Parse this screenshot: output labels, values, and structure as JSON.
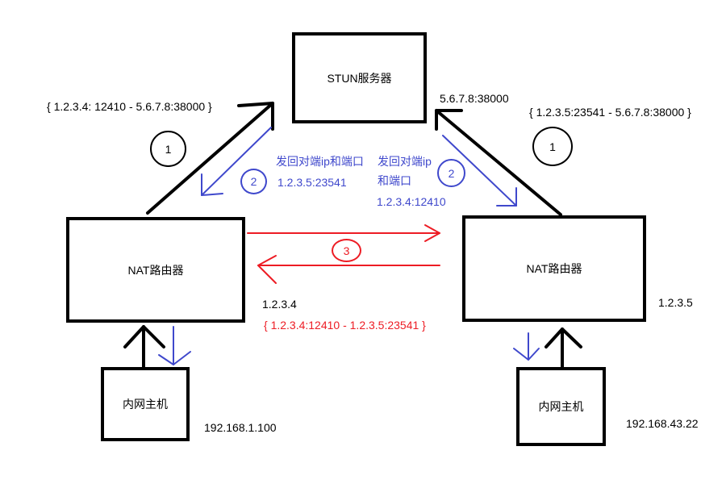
{
  "colors": {
    "ink": "#000000",
    "blue": "#3f48cc",
    "red": "#ed1c24"
  },
  "nodes": {
    "stun": "STUN服务器",
    "nat_left": "NAT路由器",
    "nat_right": "NAT路由器",
    "host_left": "内网主机",
    "host_right": "内网主机"
  },
  "labels": {
    "stun_addr": "5.6.7.8:38000",
    "left_mapping": "{ 1.2.3.4: 12410 - 5.6.7.8:38000 }",
    "right_mapping": "{ 1.2.3.5:23541 - 5.6.7.8:38000 }",
    "left_reply_title": "发回对端ip和端口",
    "left_reply_addr": "1.2.3.5:23541",
    "right_reply_title_1": "发回对端ip",
    "right_reply_title_2": "和端口",
    "right_reply_addr": "1.2.3.4:12410",
    "left_nat_ip": "1.2.3.4",
    "right_nat_ip": "1.2.3.5",
    "p2p_mapping": "{ 1.2.3.4:12410 - 1.2.3.5:23541 }",
    "left_host_ip": "192.168.1.100",
    "right_host_ip": "192.168.43.22"
  },
  "steps": {
    "step1": "1",
    "step2": "2",
    "step3": "3"
  }
}
